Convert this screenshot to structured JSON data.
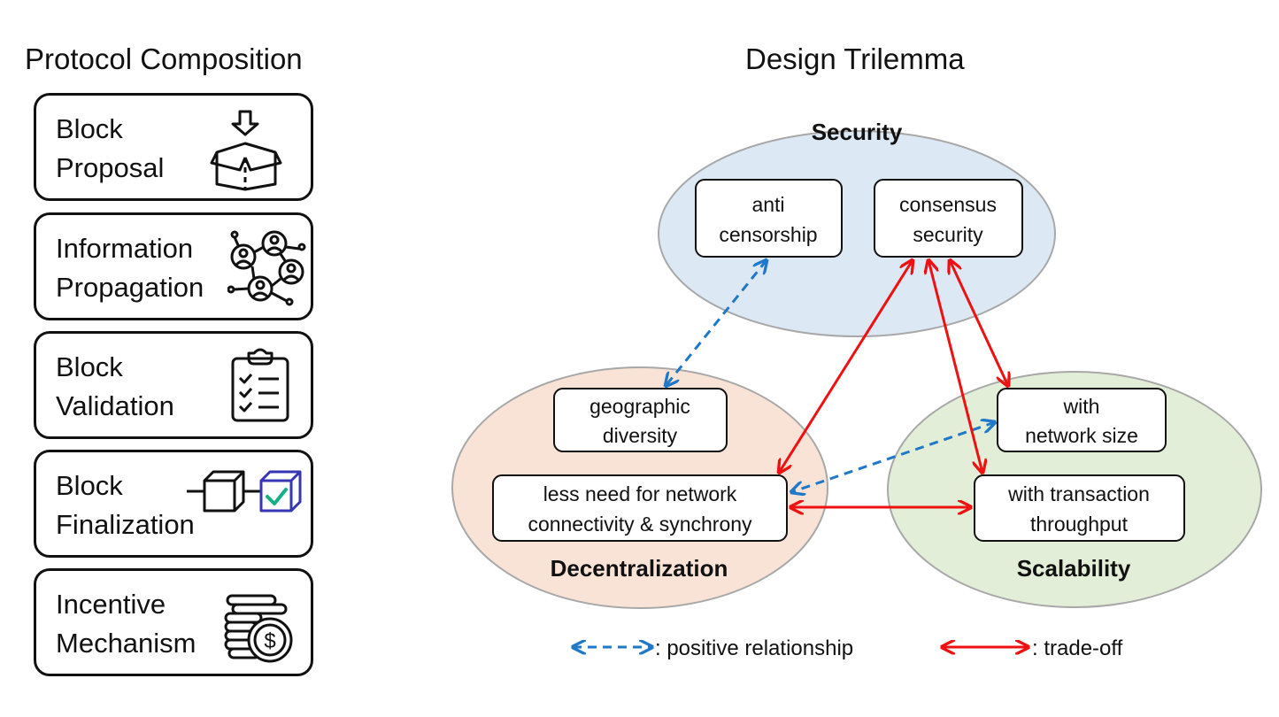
{
  "left_panel": {
    "title": "Protocol Composition",
    "components": [
      {
        "line1": "Block",
        "line2": "Proposal",
        "icon": "open-box-download-icon"
      },
      {
        "line1": "Information",
        "line2": "Propagation",
        "icon": "network-people-icon"
      },
      {
        "line1": "Block",
        "line2": "Validation",
        "icon": "clipboard-checklist-icon"
      },
      {
        "line1": "Block",
        "line2": "Finalization",
        "icon": "chained-blocks-check-icon"
      },
      {
        "line1": "Incentive",
        "line2": "Mechanism",
        "icon": "coin-stack-dollar-icon"
      }
    ]
  },
  "right_panel": {
    "title": "Design Trilemma",
    "regions": {
      "security": {
        "label": "Security",
        "color": "#dde8f5"
      },
      "decentralization": {
        "label": "Decentralization",
        "color": "#f9e3d7"
      },
      "scalability": {
        "label": "Scalability",
        "color": "#e3eed8"
      }
    },
    "nodes": {
      "anti_censorship": {
        "line1": "anti",
        "line2": "censorship"
      },
      "consensus_security": {
        "line1": "consensus",
        "line2": "security"
      },
      "geographic_diversity": {
        "line1": "geographic",
        "line2": "diversity"
      },
      "less_need": {
        "line1": "less need for network",
        "line2": "connectivity & synchrony"
      },
      "network_size": {
        "line1": "with",
        "line2": "network size"
      },
      "transaction_throughput": {
        "line1": "with transaction",
        "line2": "throughput"
      }
    },
    "legend": {
      "positive": ": positive relationship",
      "tradeoff": ": trade-off",
      "positive_color": "#1f78c8",
      "tradeoff_color": "#ee1111"
    }
  }
}
